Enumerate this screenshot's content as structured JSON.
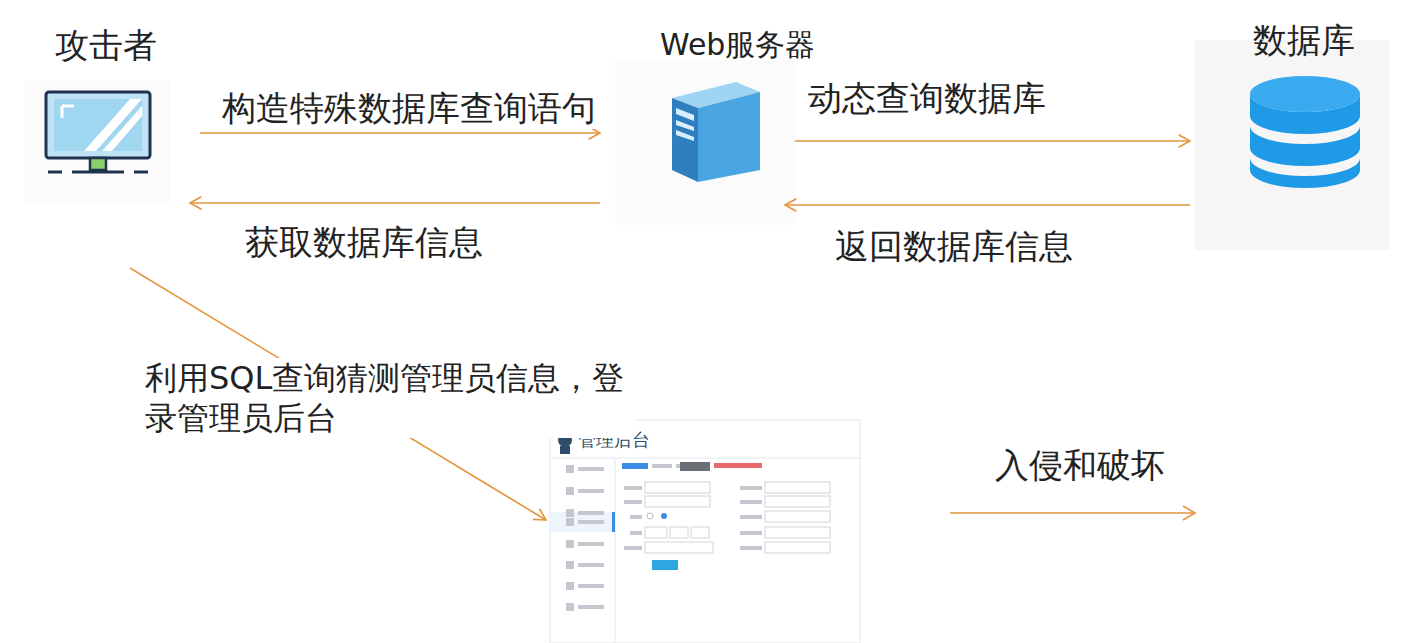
{
  "diagram": {
    "nodes": [
      {
        "text": [
          "攻击者"
        ]
      },
      {
        "text": [
          "Web服务器"
        ]
      },
      {
        "text": [
          "数据库"
        ]
      },
      {
        "text": [
          "管理后台"
        ]
      }
    ],
    "edges": [
      {
        "from": 0,
        "to": 1,
        "label": "构造特殊数据库查询语句",
        "arrow": "to"
      },
      {
        "from": 1,
        "to": 0,
        "label": "获取数据库信息",
        "arrow": "to"
      },
      {
        "from": 1,
        "to": 2,
        "label": "动态查询数据库",
        "arrow": "to"
      },
      {
        "from": 2,
        "to": 1,
        "label": "返回数据库信息",
        "arrow": "to"
      },
      {
        "from": 0,
        "to": 3,
        "label": "利用SQL查询猜测管理员信息，登录管理员后台",
        "arrow": "to"
      }
    ],
    "labels": [
      "入侵和破坏"
    ]
  }
}
